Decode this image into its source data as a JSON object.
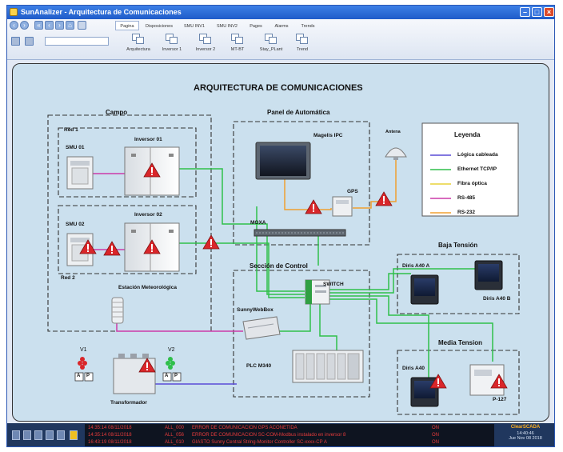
{
  "window": {
    "title": "SunAnalizer - Arquitectura de Comunicaciones"
  },
  "tabs": [
    {
      "label": "Pagina",
      "active": true
    },
    {
      "label": "Disposiciones",
      "active": false
    },
    {
      "label": "SMU INV1",
      "active": false
    },
    {
      "label": "SMU INV2",
      "active": false
    },
    {
      "label": "Pages",
      "active": false
    },
    {
      "label": "Alarms",
      "active": false
    },
    {
      "label": "Trends",
      "active": false
    }
  ],
  "toolbar_buttons": [
    {
      "label": "Arquitectura"
    },
    {
      "label": "Inversor 1"
    },
    {
      "label": "Inversor 2"
    },
    {
      "label": "MT-BT"
    },
    {
      "label": "Stay_PLant"
    },
    {
      "label": "Trend"
    }
  ],
  "diagram": {
    "title": "ARQUITECTURA DE COMUNICACIONES",
    "campo": {
      "title": "Campo",
      "red1": "Red 1",
      "red2": "Red 2",
      "smu01": "SMU 01",
      "smu02": "SMU 02",
      "inv01": "Inversor 01",
      "inv02": "Inversor 02",
      "estacion": "Estación Meteorológica"
    },
    "panel": {
      "title": "Panel de Automática",
      "magelis": "Magelis IPC",
      "antena": "Antena",
      "gps": "GPS",
      "moxa": "MOXA"
    },
    "control": {
      "title": "Sección de Control",
      "switch": "SWITCH",
      "sunny": "SunnyWebBox",
      "plc": "PLC M340"
    },
    "baja": {
      "title": "Baja Tensión",
      "a": "Diris A40 A",
      "b": "Diris A40 B"
    },
    "media": {
      "title": "Media Tension",
      "a": "Diris A40",
      "p": "P-127"
    },
    "transformador": "Transformador",
    "v1": "V1",
    "v2": "V2",
    "ap": [
      "A",
      "P"
    ],
    "legend": {
      "title": "Leyenda",
      "items": [
        {
          "label": "Lógica cableada",
          "color": "#5a4cd6"
        },
        {
          "label": "Ethernet TCP/IP",
          "color": "#2fbf4a"
        },
        {
          "label": "Fibra óptica",
          "color": "#e8d23a"
        },
        {
          "label": "RS-485",
          "color": "#cc3aa8"
        },
        {
          "label": "RS-232",
          "color": "#f0a030"
        }
      ]
    }
  },
  "alarms": [
    {
      "time": "14:35:14 08/11/2018",
      "code": "ALL_000",
      "text": "ERROR DE COMUNICACION GPS ACONETIDA",
      "state": "ON"
    },
    {
      "time": "14:35:14 08/11/2018",
      "code": "ALL_056",
      "text": "ERROR DE COMUNICACION SC-COM-Modbus instalado en inversor 8",
      "state": "ON"
    },
    {
      "time": "16:43:19 08/11/2018",
      "code": "ALL_010",
      "text": "GIASTO Sunny Central String-Monitor Controller SC-xxxx-CP A",
      "state": "ON"
    }
  ],
  "brand": {
    "name": "ClearSCADA",
    "time": "14:40:46",
    "date": "Jue Nov 08 2018"
  }
}
